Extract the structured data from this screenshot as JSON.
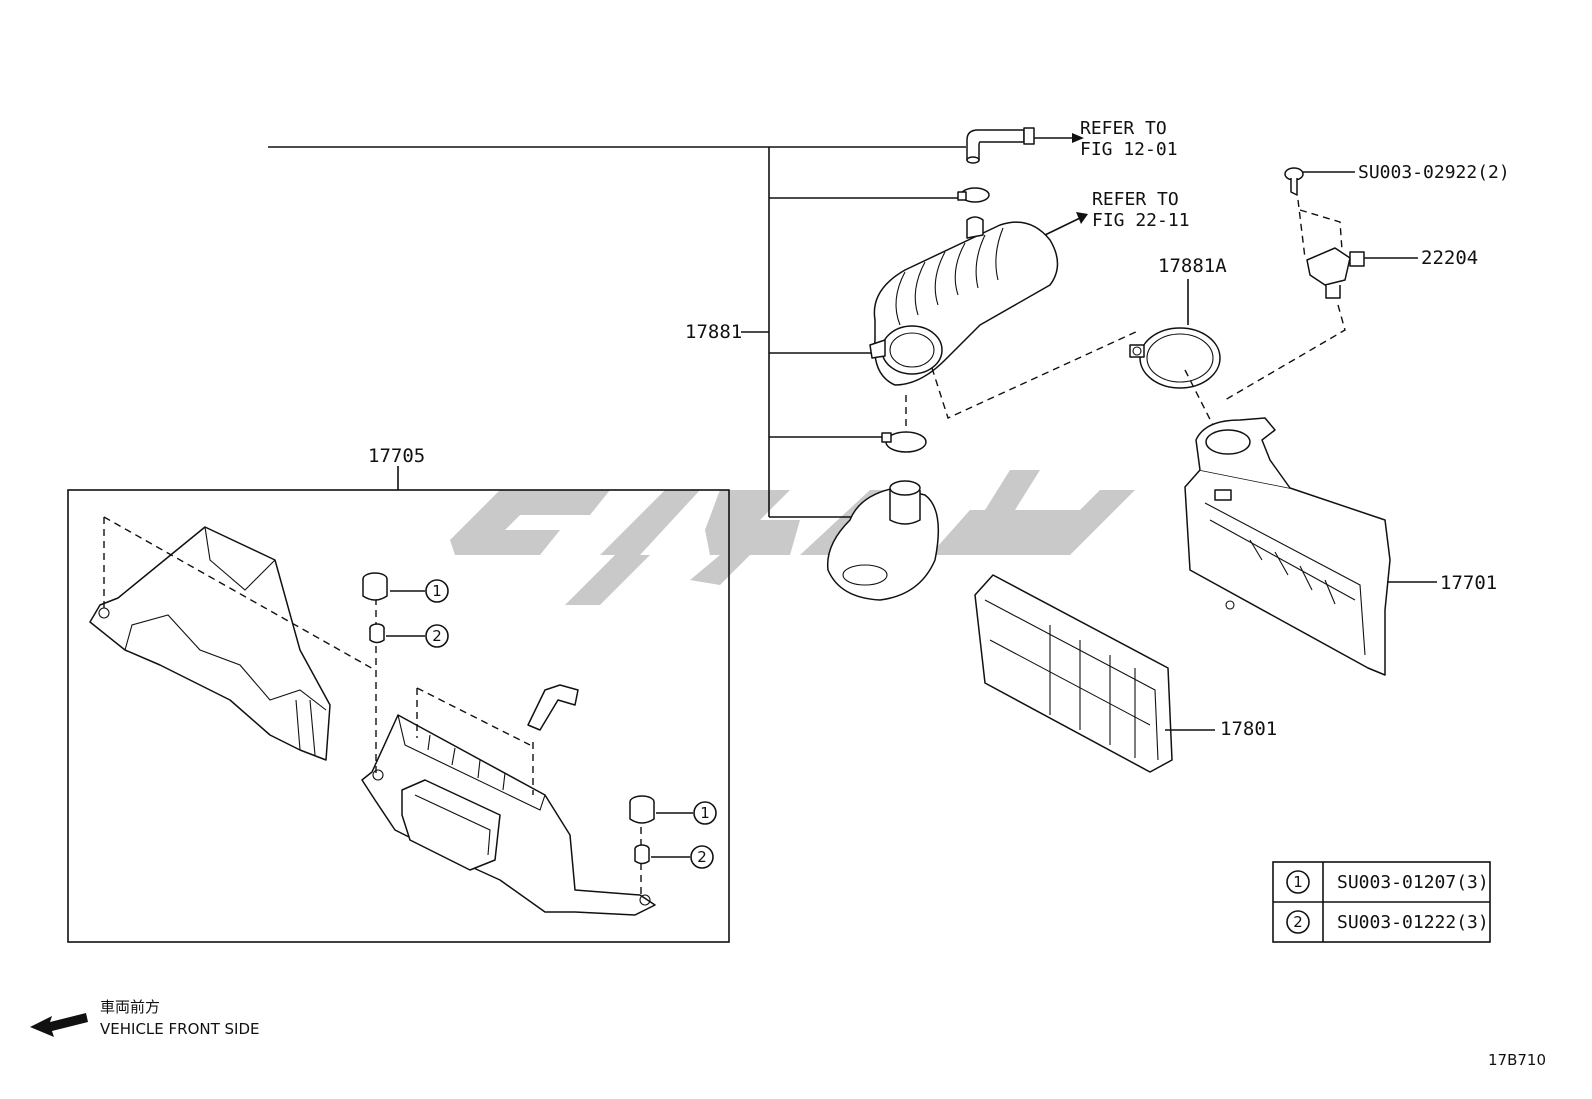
{
  "diagram_id": "17B710",
  "direction": {
    "jp_label": "車両前方",
    "en_label": "VEHICLE FRONT SIDE"
  },
  "callouts": {
    "p17881": "17881",
    "p17881a": "17881A",
    "p17705": "17705",
    "p17701": "17701",
    "p17801": "17801",
    "p22204": "22204",
    "su_screw": "SU003-02922(2)"
  },
  "refer": [
    {
      "line1": "REFER TO",
      "line2": "FIG 12-01"
    },
    {
      "line1": "REFER TO",
      "line2": "FIG 22-11"
    }
  ],
  "markers": {
    "m1": "1",
    "m2": "2"
  },
  "legend_table": [
    {
      "marker": "1",
      "part": "SU003-01207(3)"
    },
    {
      "marker": "2",
      "part": "SU003-01222(3)"
    }
  ]
}
